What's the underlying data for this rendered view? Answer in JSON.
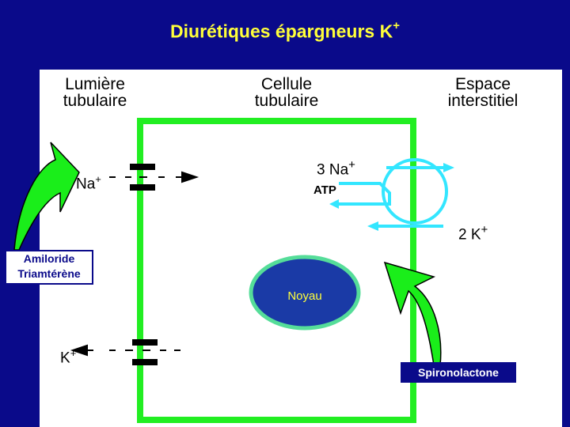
{
  "title": {
    "text": "Diurétiques épargneurs K",
    "sup": "+"
  },
  "columns": {
    "lumiere": {
      "line1": "Lumière",
      "line2": "tubulaire"
    },
    "cellule": {
      "line1": "Cellule",
      "line2": "tubulaire"
    },
    "espace": {
      "line1": "Espace",
      "line2": "interstitiel"
    }
  },
  "ions": {
    "na_left": "Na",
    "na_left_sup": "+",
    "k_left": "K",
    "k_left_sup": "+",
    "na_pump": "3 Na",
    "na_pump_sup": "+",
    "atp": "ATP",
    "k_pump": "2 K",
    "k_pump_sup": "+"
  },
  "drugs": {
    "amiloride": "Amiloride",
    "triamterene": "Triamtérène",
    "spironolactone": "Spironolactone"
  },
  "nucleus": "Noyau",
  "colors": {
    "background": "#0a0a8a",
    "title": "#ffff3a",
    "panel": "#ffffff",
    "cell_border": "#22ee22",
    "arrow_green": "#1aee1a",
    "pump_cyan": "#33e6ff",
    "nucleus_fill": "#1a3aa6",
    "nucleus_ring": "#55dd99",
    "label_box_text": "#0a0a8a",
    "spiro_box": "#0a0a8a"
  }
}
